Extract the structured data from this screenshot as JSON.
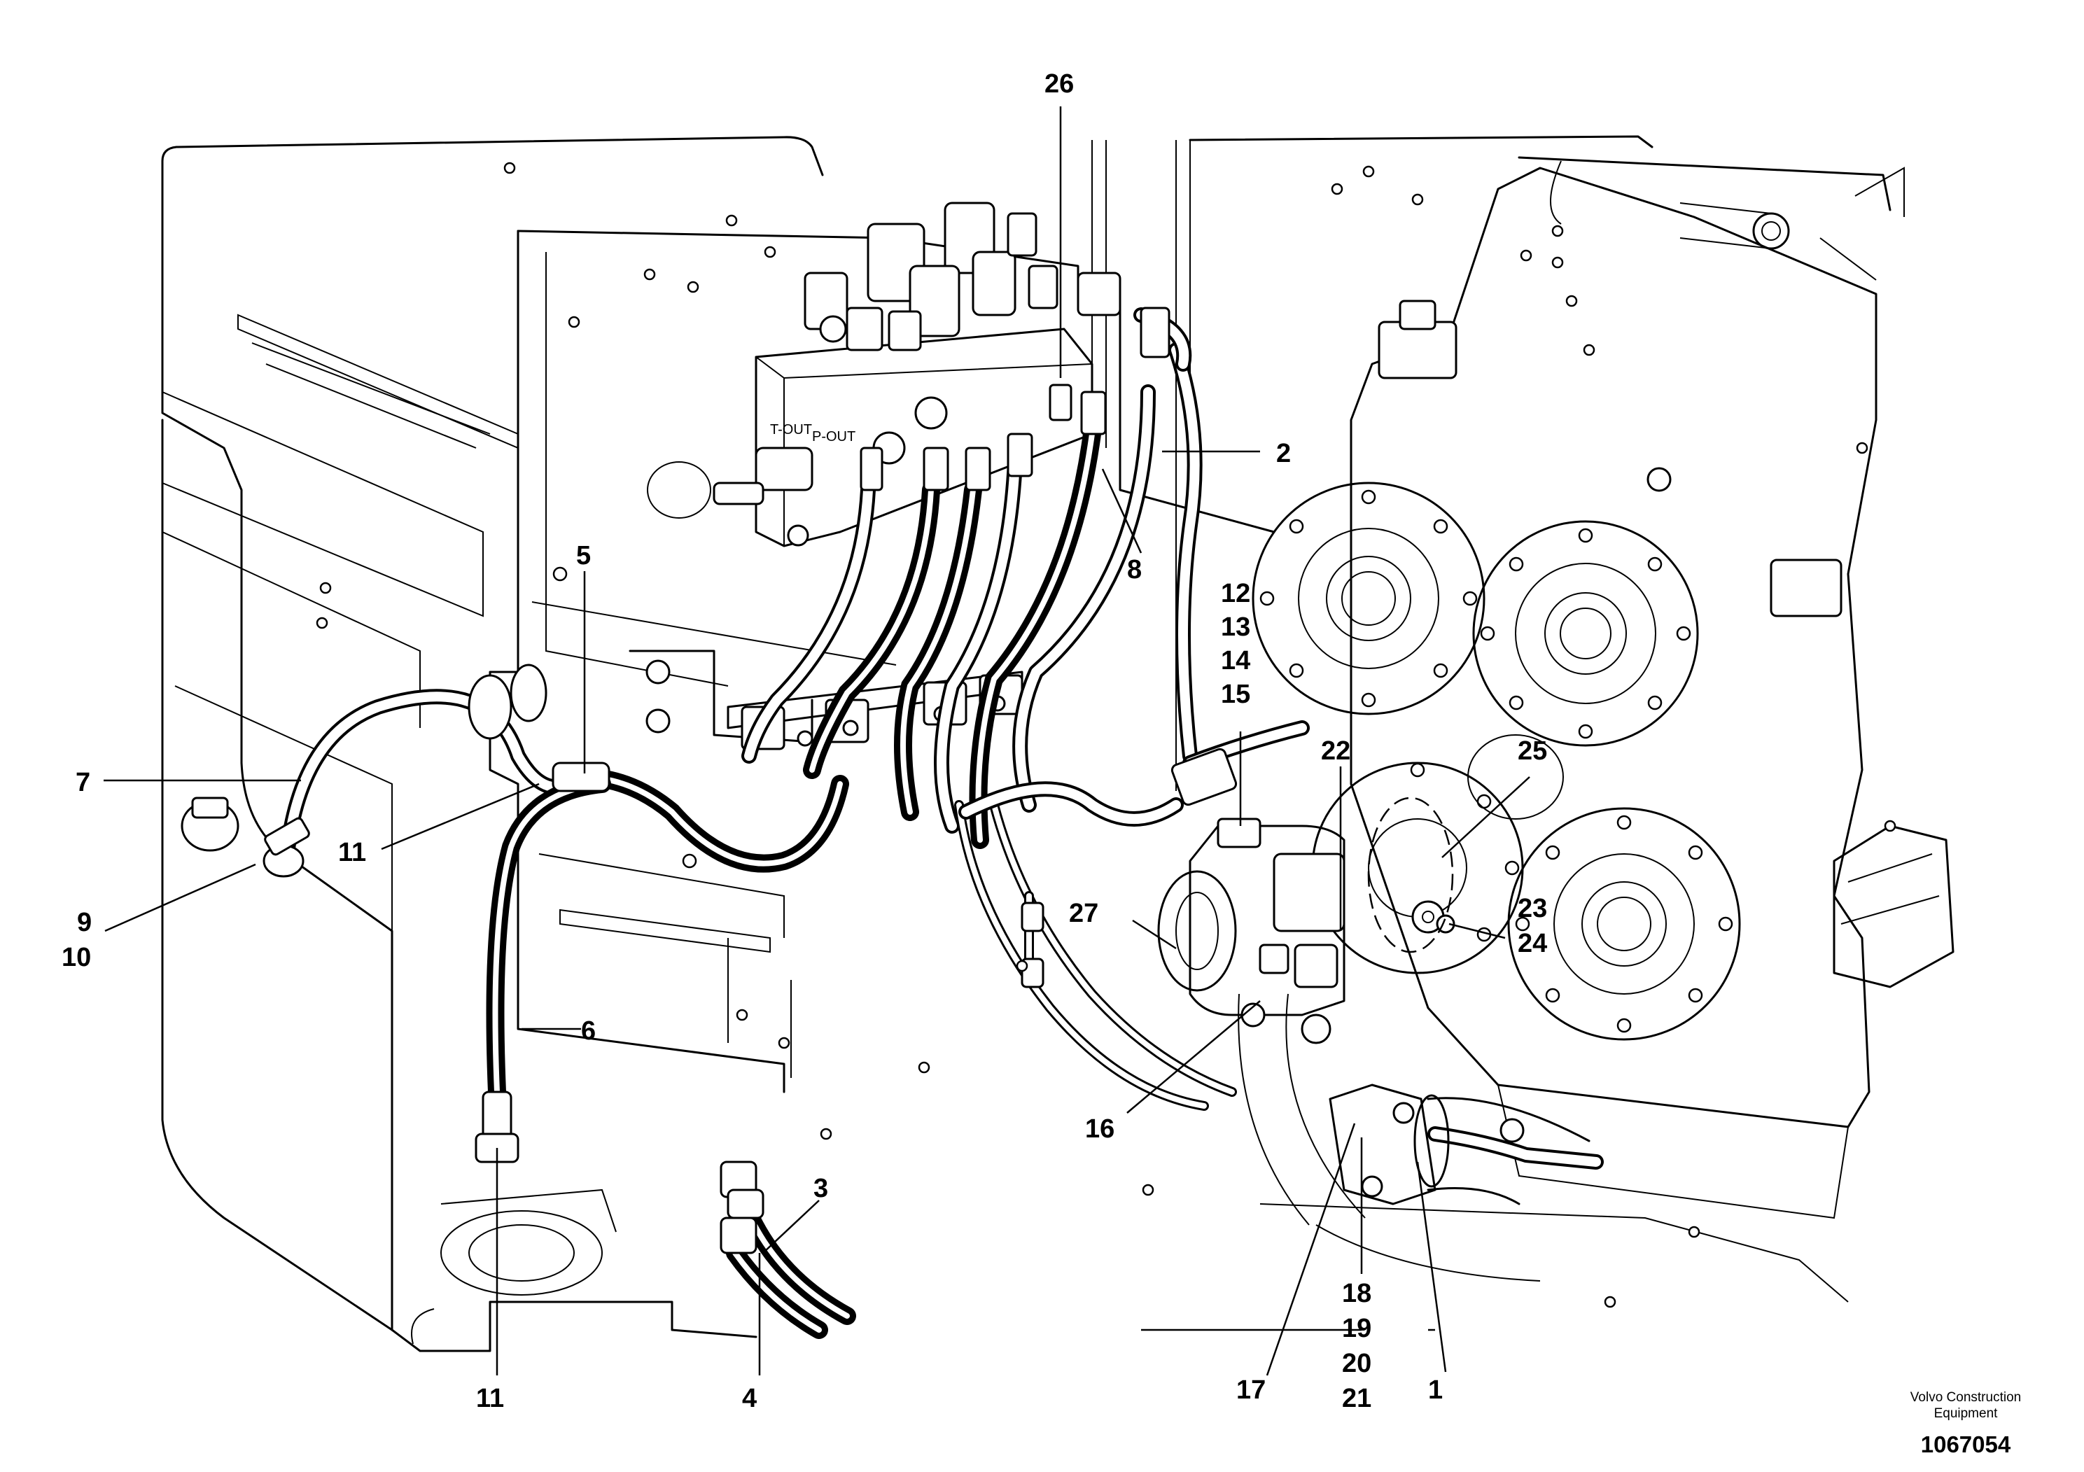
{
  "callouts": [
    {
      "id": "c26",
      "text": "26"
    },
    {
      "id": "c2",
      "text": "2"
    },
    {
      "id": "c8",
      "text": "8"
    },
    {
      "id": "c5",
      "text": "5"
    },
    {
      "id": "c12",
      "text": "12"
    },
    {
      "id": "c13",
      "text": "13"
    },
    {
      "id": "c14",
      "text": "14"
    },
    {
      "id": "c15",
      "text": "15"
    },
    {
      "id": "c22",
      "text": "22"
    },
    {
      "id": "c25",
      "text": "25"
    },
    {
      "id": "c7",
      "text": "7"
    },
    {
      "id": "c11a",
      "text": "11"
    },
    {
      "id": "c9",
      "text": "9"
    },
    {
      "id": "c10",
      "text": "10"
    },
    {
      "id": "c27",
      "text": "27"
    },
    {
      "id": "c23",
      "text": "23"
    },
    {
      "id": "c24",
      "text": "24"
    },
    {
      "id": "c6",
      "text": "6"
    },
    {
      "id": "c16",
      "text": "16"
    },
    {
      "id": "c3",
      "text": "3"
    },
    {
      "id": "c18",
      "text": "18"
    },
    {
      "id": "c19",
      "text": "19"
    },
    {
      "id": "c20",
      "text": "20"
    },
    {
      "id": "c21",
      "text": "21"
    },
    {
      "id": "c11b",
      "text": "11"
    },
    {
      "id": "c4",
      "text": "4"
    },
    {
      "id": "c17",
      "text": "17"
    },
    {
      "id": "c1",
      "text": "1"
    }
  ],
  "valve_labels": {
    "t_out": "T-OUT",
    "p_out": "P-OUT"
  },
  "title_block": {
    "company_line1": "Volvo Construction",
    "company_line2": "Equipment",
    "drawing_number": "1067054"
  }
}
